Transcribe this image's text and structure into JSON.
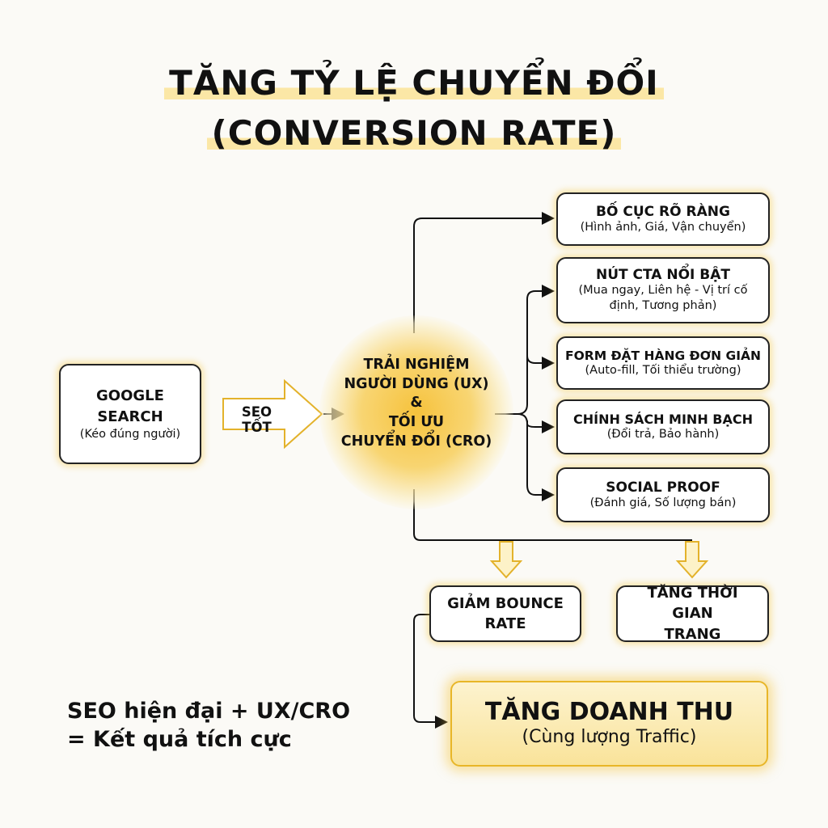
{
  "title": {
    "line1": "TĂNG TỶ LỆ CHUYỂN ĐỔI",
    "line2": "(CONVERSION RATE)"
  },
  "source": {
    "title": "GOOGLE SEARCH",
    "subtitle": "(Kéo đúng người)"
  },
  "arrow_label": "SEO TỐT",
  "center": {
    "line1": "TRẢI NGHIỆM",
    "line2": "NGƯỜI DÙNG (UX)",
    "line3": "&",
    "line4": "TỐI ƯU",
    "line5": "CHUYỂN ĐỔI (CRO)"
  },
  "factors": [
    {
      "title": "BỐ CỤC RÕ RÀNG",
      "subtitle": "(Hình ảnh, Giá, Vận chuyển)"
    },
    {
      "title": "NÚT CTA NỔI BẬT",
      "subtitle": "(Mua ngay, Liên hệ - Vị trí cố định, Tương phản)"
    },
    {
      "title": "FORM ĐẶT HÀNG ĐƠN GIẢN",
      "subtitle": "(Auto-fill, Tối thiểu trường)"
    },
    {
      "title": "CHÍNH SÁCH MINH BẠCH",
      "subtitle": "(Đổi trả, Bảo hành)"
    },
    {
      "title": "SOCIAL PROOF",
      "subtitle": "(Đánh giá, Số lượng bán)"
    }
  ],
  "results": [
    {
      "title": "GIẢM BOUNCE RATE"
    },
    {
      "title": "TĂNG THỜI GIAN TRANG"
    }
  ],
  "outcome": {
    "title": "TĂNG DOANH THU",
    "subtitle": "(Cùng lượng Traffic)"
  },
  "footer": {
    "line1": "SEO hiện đại + UX/CRO",
    "line2": "= Kết quả tích cực"
  },
  "colors": {
    "accent": "#f5c23c",
    "border": "#222222"
  }
}
